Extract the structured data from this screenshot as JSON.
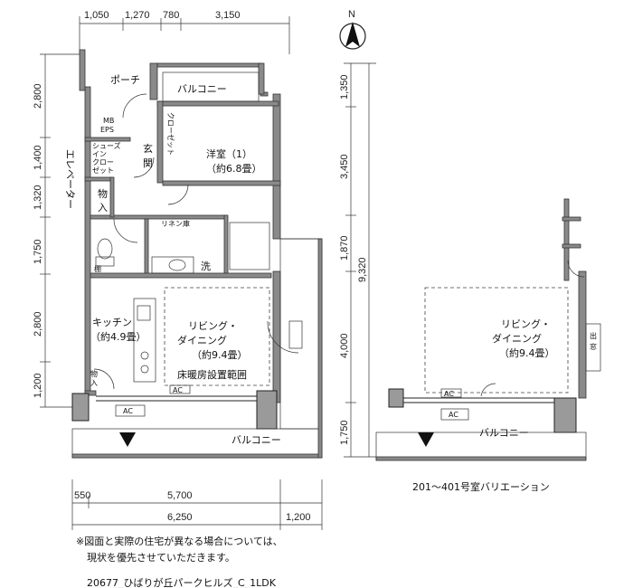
{
  "dims": {
    "top": [
      "1,050",
      "1,270",
      "780",
      "3,150"
    ],
    "left": [
      "2,800",
      "1,400",
      "1,320",
      "1,750",
      "2,800",
      "1,200"
    ],
    "right_inner": [
      "1,350",
      "3,450",
      "1,870",
      "4,000",
      "1,750"
    ],
    "right_total": "9,320",
    "bottom_row1": [
      "550",
      "5,700"
    ],
    "bottom_row2": [
      "6,250",
      "1,200"
    ]
  },
  "north": "N",
  "rooms": {
    "porch": "ポーチ",
    "balcony_top": "バルコニー",
    "closet": "クローゼット",
    "mb_ps": [
      "MB",
      "EPS"
    ],
    "shoes": [
      "シューズ",
      "イン",
      "クロー",
      "ゼット"
    ],
    "entrance": [
      "玄",
      "関"
    ],
    "western_room": "洋室（1）",
    "western_room_size": "（約6.8畳）",
    "elevator": "エレベーター",
    "storage1": [
      "物",
      "入"
    ],
    "linen": "リネン庫",
    "wash": "洗",
    "kitchen": "キッチン",
    "kitchen_size": "（約4.9畳）",
    "living": [
      "リビング・",
      "ダイニング"
    ],
    "living_size": "（約9.4畳）",
    "floor_heating": "床暖房設置範囲",
    "storage2": [
      "物",
      "入"
    ],
    "shelf": "棚",
    "ac1": "AC",
    "ac2": "AC",
    "balcony_bottom": "バルコニー"
  },
  "variation": {
    "living": [
      "リビング・",
      "ダイニング"
    ],
    "living_size": "（約9.4畳）",
    "window": [
      "出",
      "窓"
    ],
    "ac1": "AC",
    "ac2": "AC",
    "balcony": "バルコニー",
    "caption": "201～401号室バリエーション"
  },
  "notes": {
    "line1": "※図面と実際の住宅が異なる場合については、",
    "line2": "現状を優先させていただきます。",
    "plan_id": "20677_ひばりが丘パークヒルズ_C_1LDK"
  }
}
